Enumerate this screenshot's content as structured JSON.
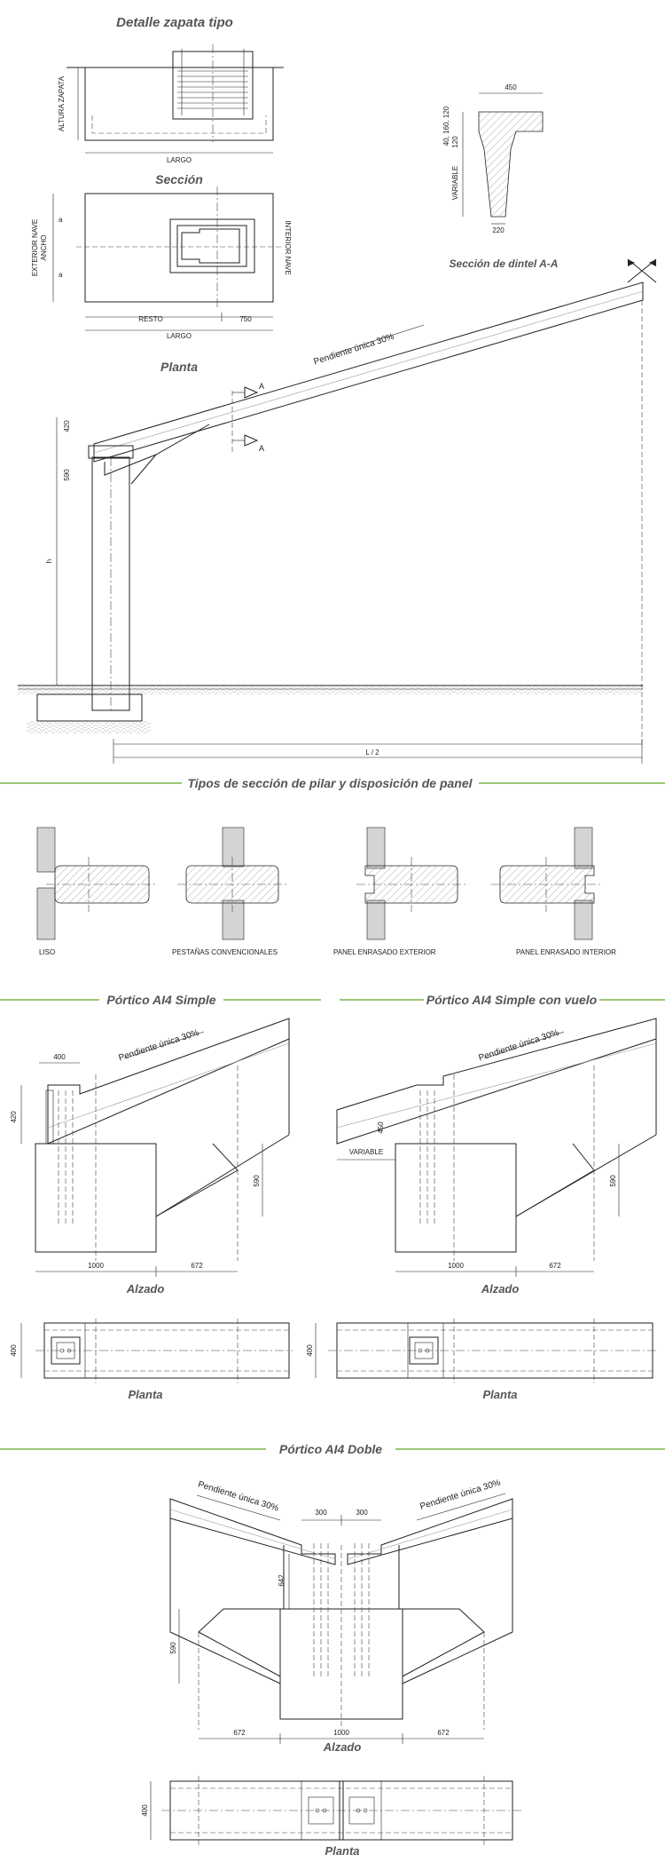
{
  "colors": {
    "section_rule": "#7ab648",
    "title_text": "#555555",
    "panel_fill": "#d4d4d4"
  },
  "footing": {
    "title": "Detalle zapata tipo",
    "section_caption": "Sección",
    "plan_caption": "Planta",
    "altura_zapata": "ALTURA ZAPATA",
    "largo": "LARGO",
    "exterior_nave": "EXTERIOR NAVE",
    "ancho": "ANCHO",
    "interior_nave": "INTERIOR NAVE",
    "a_mark": "a",
    "resto": "RESTO",
    "dim_750": "750"
  },
  "lintel": {
    "caption": "Sección de dintel A-A",
    "dim_450": "450",
    "dim_top": "40, 160, 120",
    "dim_120": "120",
    "variable": "VARIABLE",
    "dim_220": "220"
  },
  "main_frame": {
    "slope": "Pendiente única 30%",
    "section_mark": "A",
    "dim_420": "420",
    "dim_590": "590",
    "h": "h",
    "half_span": "L / 2"
  },
  "sections": {
    "heading": "Tipos de sección de pilar y disposición de panel",
    "types": [
      "LISO",
      "PESTAÑAS CONVENCIONALES",
      "PANEL ENRASADO EXTERIOR",
      "PANEL ENRASADO INTERIOR"
    ]
  },
  "simple": {
    "heading": "Pórtico AI4 Simple",
    "slope": "Pendiente única 30%",
    "dim_400": "400",
    "dim_420": "420",
    "dim_590": "590",
    "dim_1000": "1000",
    "dim_672": "672",
    "alzado": "Alzado",
    "planta": "Planta",
    "plan_400": "400"
  },
  "cantilever": {
    "heading": "Pórtico AI4 Simple con vuelo",
    "slope": "Pendiente única 30%",
    "dim_450": "450",
    "variable": "VARIABLE",
    "dim_590": "590",
    "dim_1000": "1000",
    "dim_672": "672",
    "alzado": "Alzado",
    "planta": "Planta",
    "plan_400": "400"
  },
  "double": {
    "heading": "Pórtico AI4 Doble",
    "slope_left": "Pendiente única 30%",
    "slope_right": "Pendiente única 30%",
    "dim_300_left": "300",
    "dim_300_right": "300",
    "dim_642": "642",
    "dim_590": "590",
    "dim_672_left": "672",
    "dim_1000": "1000",
    "dim_672_right": "672",
    "alzado": "Alzado",
    "planta": "Planta",
    "plan_400": "400"
  }
}
